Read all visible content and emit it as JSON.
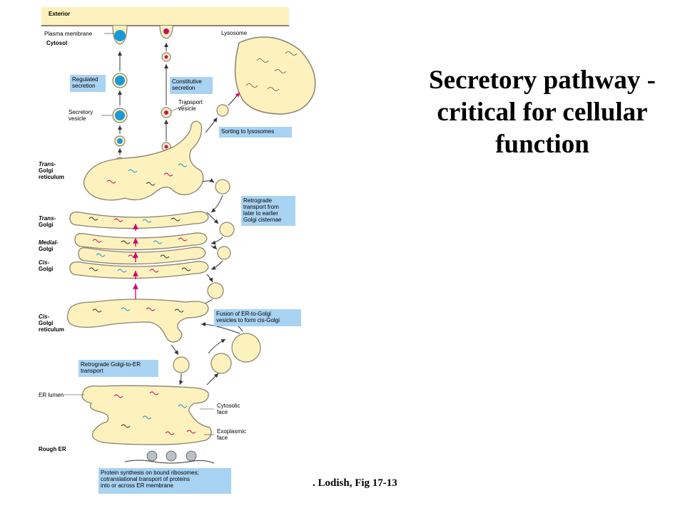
{
  "slide": {
    "title_line1": "Secretory pathway -",
    "title_line2": "critical for cellular",
    "title_line3": "function",
    "citation": ". Lodish, Fig 17-13"
  },
  "figure": {
    "labels": {
      "exterior": "Exterior",
      "plasma_membrane": "Plasma membrane",
      "cytosol": "Cytosol",
      "lysosome": "Lysosome",
      "secretory_vesicle_l1": "Secretory",
      "secretory_vesicle_l2": "vesicle",
      "transport_vesicle_l1": "Transport",
      "transport_vesicle_l2": "vesicle",
      "trans_golgi_reticulum_l1": "Trans-",
      "trans_golgi_reticulum_l2": "Golgi",
      "trans_golgi_reticulum_l3": "reticulum",
      "trans_golgi_l1": "Trans-",
      "trans_golgi_l2": "Golgi",
      "medial_golgi_l1": "Medial-",
      "medial_golgi_l2": "Golgi",
      "cis_golgi_l1": "Cis-",
      "cis_golgi_l2": "Golgi",
      "cis_golgi_reticulum_l1": "Cis-",
      "cis_golgi_reticulum_l2": "Golgi",
      "cis_golgi_reticulum_l3": "reticulum",
      "er_lumen": "ER lumen",
      "cytosolic_face_l1": "Cytosolic",
      "cytosolic_face_l2": "face",
      "exoplasmic_face_l1": "Exoplasmic",
      "exoplasmic_face_l2": "face",
      "rough_er": "Rough ER"
    },
    "callouts": {
      "regulated_secretion_l1": "Regulated",
      "regulated_secretion_l2": "secretion",
      "constitutive_secretion_l1": "Constitutive",
      "constitutive_secretion_l2": "secretion",
      "sorting_to_lysosomes": "Sorting to lysosomes",
      "retrograde_l1": "Retrograde",
      "retrograde_l2": "transport from",
      "retrograde_l3": "later to earlier",
      "retrograde_l4": "Golgi cisternae",
      "fusion_l1": "Fusion of ER-to-Golgi",
      "fusion_l2": "vesicles to form cis-Golgi",
      "retrograde_er_l1": "Retrograde Golgi-to-ER",
      "retrograde_er_l2": "transport",
      "protein_synthesis_l1": "Protein synthesis on bound ribosomes;",
      "protein_synthesis_l2": "cotranslational transport of proteins",
      "protein_synthesis_l3": "into or across ER membrane"
    },
    "colors": {
      "membrane_fill": "#fdf2bd",
      "membrane_stroke": "#8a8270",
      "callout_fill": "#a9d3f2",
      "regulated_cargo": "#1a9ad6",
      "arrow": "#333333",
      "anterograde_arrow": "#d4006a"
    }
  }
}
